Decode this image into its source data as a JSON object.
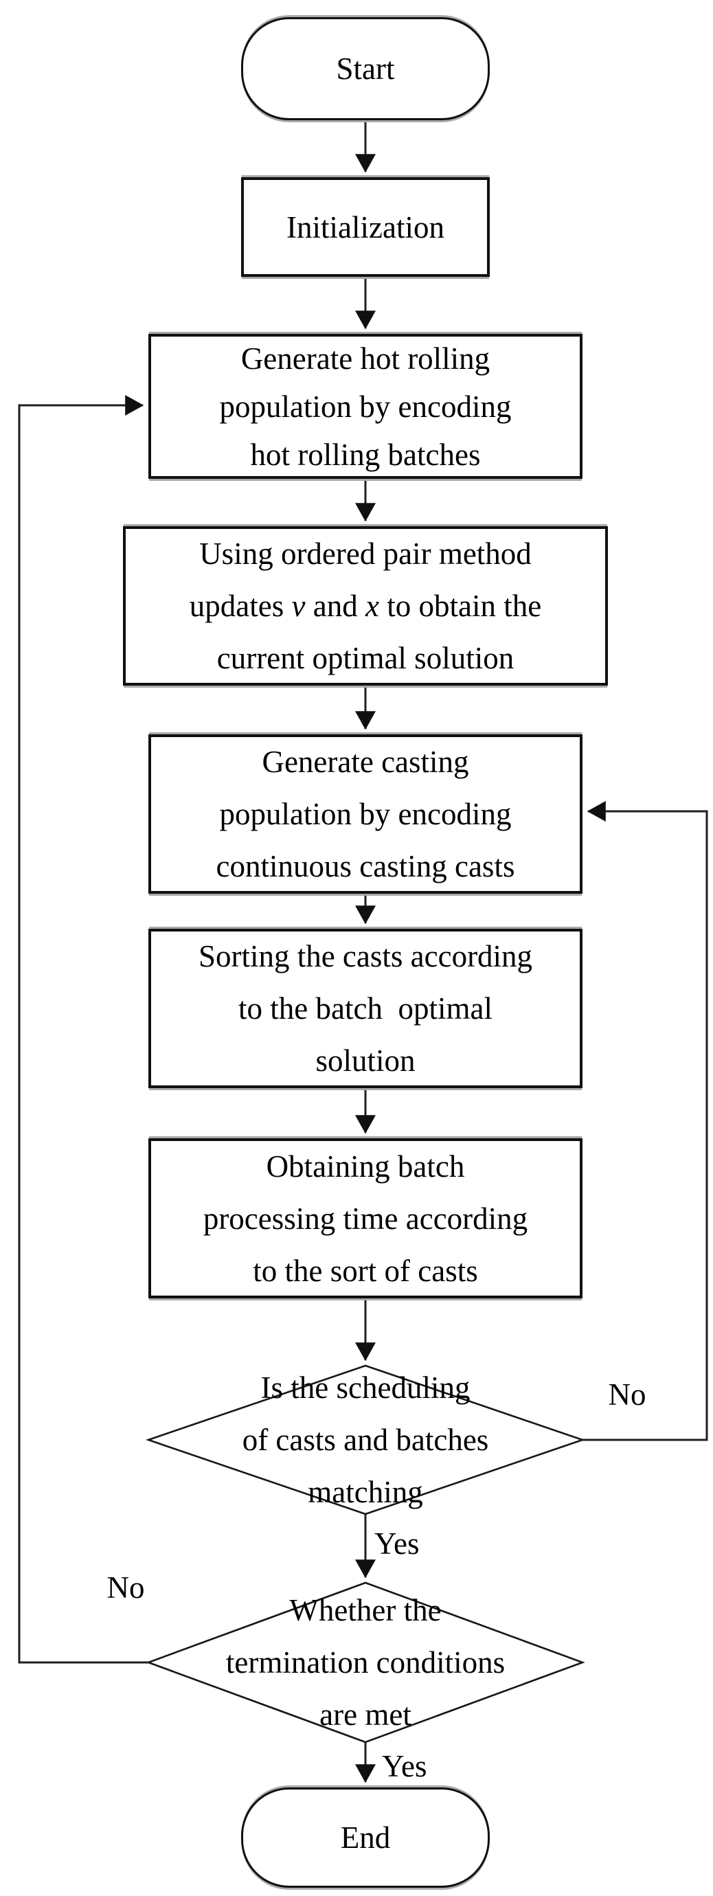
{
  "figure": {
    "background": "#ffffff",
    "line_color": "#1f1f1f",
    "text_color": "#000000"
  },
  "nodes": {
    "start": {
      "label": "Start"
    },
    "initialization": {
      "label": "Initialization"
    },
    "generate_hot_rolling": {
      "lines": [
        "Generate hot rolling",
        "population by encoding",
        "hot rolling batches"
      ]
    },
    "ordered_pair": {
      "line1": "Using ordered pair method",
      "line2_parts": {
        "a": "updates ",
        "b": "v",
        "c": " and ",
        "d": "x",
        "e": " to obtain the"
      },
      "line3": "current optimal solution"
    },
    "generate_casting": {
      "lines": [
        "Generate casting",
        "population by encoding",
        "continuous casting casts"
      ]
    },
    "sorting": {
      "lines": [
        "Sorting the casts according",
        "to the batch  optimal",
        "solution"
      ]
    },
    "obtaining": {
      "lines": [
        "Obtaining batch",
        "processing time according",
        "to the sort of casts"
      ]
    },
    "decision_matching": {
      "lines": [
        "Is the scheduling",
        "of casts and batches",
        "matching"
      ]
    },
    "decision_termination": {
      "lines": [
        "Whether the",
        "termination conditions",
        "are met"
      ]
    },
    "end": {
      "label": "End"
    }
  },
  "edge_labels": {
    "no_right": "No",
    "yes_matching": "Yes",
    "no_left": "No",
    "yes_termination": "Yes"
  }
}
